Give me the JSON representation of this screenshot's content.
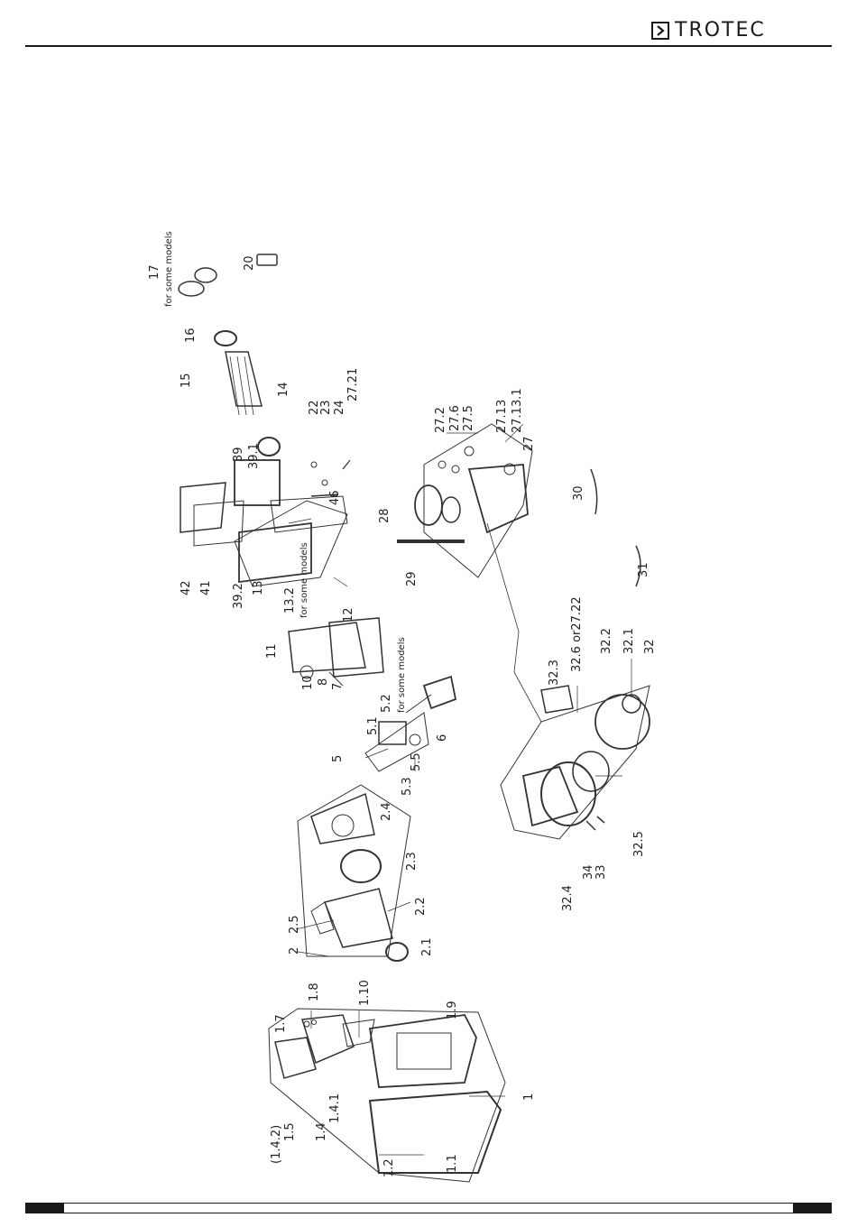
{
  "header": {
    "brand": "TROTEC",
    "logo_icon": "chevron-right-box-icon"
  },
  "diagram": {
    "parts": [
      {
        "id": "1"
      },
      {
        "id": "1.1"
      },
      {
        "id": "1.2"
      },
      {
        "id": "(1.4.2)"
      },
      {
        "id": "1.5"
      },
      {
        "id": "1.4"
      },
      {
        "id": "1.4.1"
      },
      {
        "id": "1.7"
      },
      {
        "id": "1.8"
      },
      {
        "id": "1.10"
      },
      {
        "id": "1.9"
      },
      {
        "id": "2"
      },
      {
        "id": "2.5"
      },
      {
        "id": "2.1"
      },
      {
        "id": "2.2"
      },
      {
        "id": "2.3"
      },
      {
        "id": "2.4"
      },
      {
        "id": "5"
      },
      {
        "id": "5.1"
      },
      {
        "id": "5.2"
      },
      {
        "id": "5.3"
      },
      {
        "id": "5.5"
      },
      {
        "id": "6"
      },
      {
        "id": "7"
      },
      {
        "id": "8"
      },
      {
        "id": "10"
      },
      {
        "id": "11"
      },
      {
        "id": "12"
      },
      {
        "id": "13"
      },
      {
        "id": "13.2"
      },
      {
        "id": "39.2"
      },
      {
        "id": "41"
      },
      {
        "id": "42"
      },
      {
        "id": "39"
      },
      {
        "id": "39.1"
      },
      {
        "id": "14"
      },
      {
        "id": "15"
      },
      {
        "id": "16"
      },
      {
        "id": "17"
      },
      {
        "id": "20"
      },
      {
        "id": "22"
      },
      {
        "id": "23"
      },
      {
        "id": "24"
      },
      {
        "id": "27.21"
      },
      {
        "id": "46"
      },
      {
        "id": "28"
      },
      {
        "id": "29"
      },
      {
        "id": "27.2"
      },
      {
        "id": "27.6"
      },
      {
        "id": "27.5"
      },
      {
        "id": "27.13"
      },
      {
        "id": "27.13.1"
      },
      {
        "id": "27"
      },
      {
        "id": "30"
      },
      {
        "id": "31"
      },
      {
        "id": "32.3"
      },
      {
        "id": "32.6 or27.22"
      },
      {
        "id": "32.2"
      },
      {
        "id": "32.1"
      },
      {
        "id": "32"
      },
      {
        "id": "32.5"
      },
      {
        "id": "32.4"
      },
      {
        "id": "34"
      },
      {
        "id": "33"
      }
    ],
    "notes": {
      "n17": "for some models",
      "n52": "for some models",
      "n132": "for some models"
    }
  }
}
